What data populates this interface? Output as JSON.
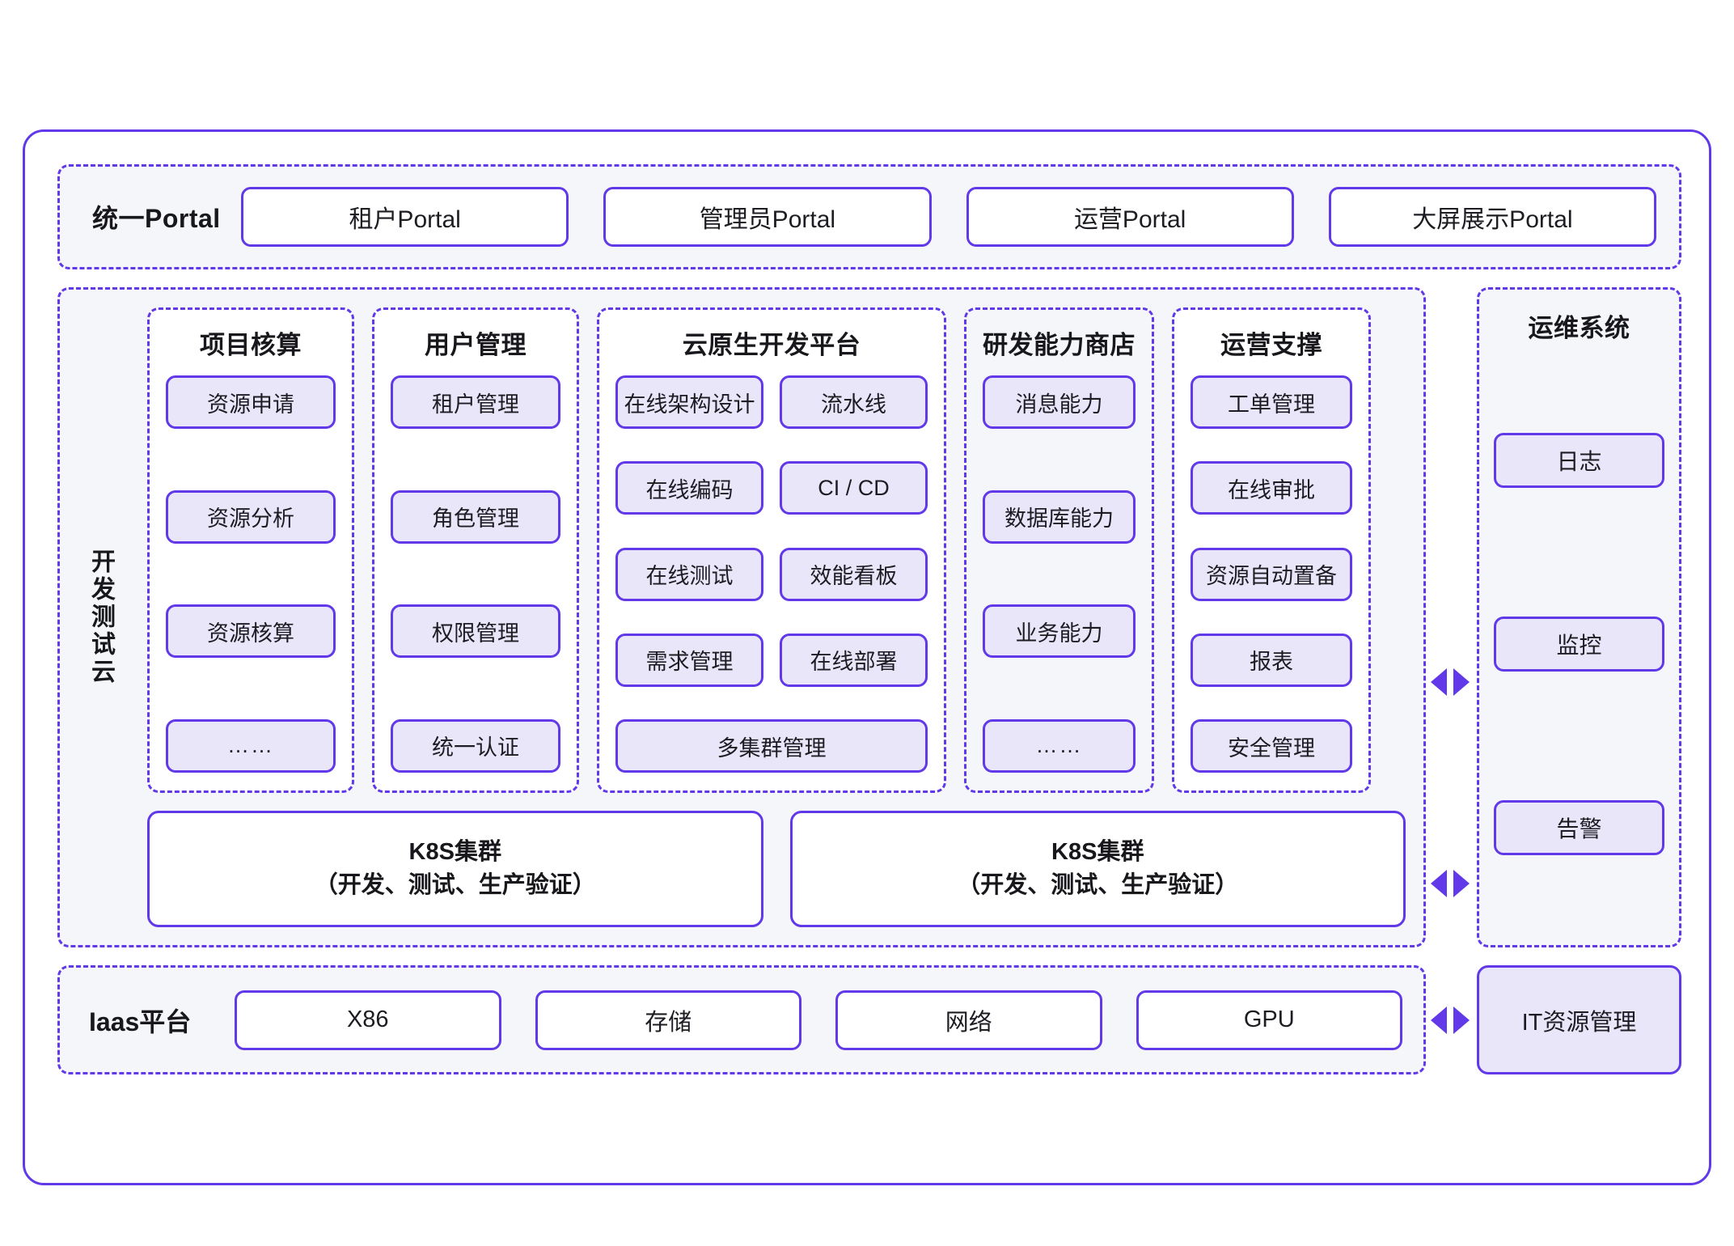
{
  "portal": {
    "label": "统一Portal",
    "items": [
      {
        "label": "租户Portal"
      },
      {
        "label": "管理员Portal"
      },
      {
        "label": "运营Portal"
      },
      {
        "label": "大屏展示Portal"
      }
    ]
  },
  "main": {
    "side_label": "开发测试云",
    "columns": [
      {
        "title": "项目核算",
        "items": [
          "资源申请",
          "资源分析",
          "资源核算",
          "……"
        ]
      },
      {
        "title": "用户管理",
        "items": [
          "租户管理",
          "角色管理",
          "权限管理",
          "统一认证"
        ]
      },
      {
        "title": "云原生开发平台",
        "grid": [
          [
            "在线架构设计",
            "流水线"
          ],
          [
            "在线编码",
            "CI / CD"
          ],
          [
            "在线测试",
            "效能看板"
          ],
          [
            "需求管理",
            "在线部署"
          ]
        ],
        "full_width_item": "多集群管理"
      },
      {
        "title": "研发能力商店",
        "items": [
          "消息能力",
          "数据库能力",
          "业务能力",
          "……"
        ]
      },
      {
        "title": "运营支撑",
        "items": [
          "工单管理",
          "在线审批",
          "资源自动置备",
          "报表",
          "安全管理"
        ]
      }
    ],
    "k8s": [
      {
        "line1": "K8S集群",
        "line2": "（开发、测试、生产验证）"
      },
      {
        "line1": "K8S集群",
        "line2": "（开发、测试、生产验证）"
      }
    ]
  },
  "ops": {
    "title": "运维系统",
    "items": [
      "日志",
      "监控",
      "告警"
    ]
  },
  "iaas": {
    "label": "Iaas平台",
    "items": [
      "X86",
      "存储",
      "网络",
      "GPU"
    ],
    "it_resource": "IT资源管理"
  },
  "colors": {
    "accent": "#6139e8",
    "chip_fill": "#eae6fa",
    "band_fill": "#f5f6fa",
    "text": "#1c1c22"
  }
}
